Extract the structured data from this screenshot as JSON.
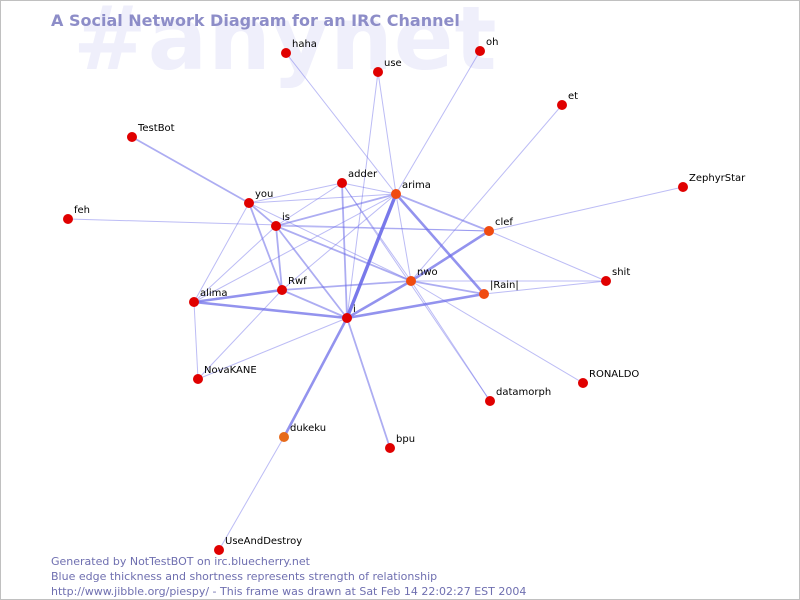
{
  "page": {
    "watermark": "#anynet",
    "title": "A Social Network Diagram for an IRC Channel"
  },
  "footer": {
    "line1": "Generated by NotTestBOT on irc.bluecherry.net",
    "line2": "Blue edge thickness and shortness represents strength of relationship",
    "line3": "http://www.jibble.org/piespy/ - This frame was drawn at Sat Feb 14 22:02:27 EST 2004"
  },
  "colors": {
    "background": "#ffffff",
    "edge": "#6a6ae8",
    "node_red": "#e00000",
    "node_orange": "#f04b10",
    "node_dark_orange": "#e66a1c"
  },
  "nodes": [
    {
      "id": "haha",
      "label": "haha",
      "color": "red"
    },
    {
      "id": "oh",
      "label": "oh",
      "color": "red"
    },
    {
      "id": "use",
      "label": "use",
      "color": "red"
    },
    {
      "id": "et",
      "label": "et",
      "color": "red"
    },
    {
      "id": "TestBot",
      "label": "TestBot",
      "color": "red"
    },
    {
      "id": "ZephyrStar",
      "label": "ZephyrStar",
      "color": "red"
    },
    {
      "id": "adder",
      "label": "adder",
      "color": "red"
    },
    {
      "id": "arima",
      "label": "arima",
      "color": "orange"
    },
    {
      "id": "you",
      "label": "you",
      "color": "red"
    },
    {
      "id": "feh",
      "label": "feh",
      "color": "red"
    },
    {
      "id": "is",
      "label": "is",
      "color": "red"
    },
    {
      "id": "clef",
      "label": "clef",
      "color": "orange"
    },
    {
      "id": "shit",
      "label": "shit",
      "color": "red"
    },
    {
      "id": "nwo",
      "label": "nwo",
      "color": "orange"
    },
    {
      "id": "Rwf",
      "label": "Rwf",
      "color": "red"
    },
    {
      "id": "Rain",
      "label": "|Rain|",
      "color": "orange"
    },
    {
      "id": "alima",
      "label": "alima",
      "color": "red"
    },
    {
      "id": "i",
      "label": "i",
      "color": "red"
    },
    {
      "id": "NovaKANE",
      "label": "NovaKANE",
      "color": "red"
    },
    {
      "id": "RONALDO",
      "label": "RONALDO",
      "color": "red"
    },
    {
      "id": "datamorph",
      "label": "datamorph",
      "color": "red"
    },
    {
      "id": "dukeku",
      "label": "dukeku",
      "color": "dark_orange"
    },
    {
      "id": "bpu",
      "label": "bpu",
      "color": "red"
    },
    {
      "id": "UseAndDestroy",
      "label": "UseAndDestroy",
      "color": "red"
    }
  ],
  "edges": [
    [
      "arima",
      "haha",
      1
    ],
    [
      "arima",
      "use",
      1
    ],
    [
      "i",
      "use",
      1
    ],
    [
      "arima",
      "oh",
      1
    ],
    [
      "nwo",
      "et",
      1
    ],
    [
      "you",
      "TestBot",
      2
    ],
    [
      "clef",
      "ZephyrStar",
      1
    ],
    [
      "feh",
      "clef",
      1
    ],
    [
      "you",
      "adder",
      1
    ],
    [
      "you",
      "arima",
      1
    ],
    [
      "you",
      "is",
      2
    ],
    [
      "you",
      "Rwf",
      2
    ],
    [
      "you",
      "alima",
      1
    ],
    [
      "you",
      "nwo",
      1
    ],
    [
      "is",
      "adder",
      1
    ],
    [
      "is",
      "arima",
      2
    ],
    [
      "is",
      "clef",
      1
    ],
    [
      "is",
      "nwo",
      2
    ],
    [
      "is",
      "Rwf",
      2
    ],
    [
      "is",
      "i",
      2
    ],
    [
      "is",
      "alima",
      1
    ],
    [
      "adder",
      "arima",
      1
    ],
    [
      "adder",
      "i",
      2
    ],
    [
      "adder",
      "nwo",
      1
    ],
    [
      "adder",
      "datamorph",
      1
    ],
    [
      "arima",
      "clef",
      2
    ],
    [
      "arima",
      "nwo",
      1
    ],
    [
      "arima",
      "Rain",
      3
    ],
    [
      "arima",
      "Rwf",
      1
    ],
    [
      "arima",
      "i",
      4
    ],
    [
      "arima",
      "alima",
      1
    ],
    [
      "clef",
      "shit",
      1
    ],
    [
      "clef",
      "nwo",
      3
    ],
    [
      "nwo",
      "Rain",
      2
    ],
    [
      "nwo",
      "shit",
      1
    ],
    [
      "nwo",
      "Rwf",
      2
    ],
    [
      "nwo",
      "i",
      3
    ],
    [
      "nwo",
      "RONALDO",
      1
    ],
    [
      "nwo",
      "datamorph",
      1
    ],
    [
      "Rain",
      "shit",
      1
    ],
    [
      "Rwf",
      "i",
      2
    ],
    [
      "Rwf",
      "alima",
      3
    ],
    [
      "Rwf",
      "NovaKANE",
      1
    ],
    [
      "alima",
      "i",
      3
    ],
    [
      "alima",
      "NovaKANE",
      1
    ],
    [
      "i",
      "Rain",
      3
    ],
    [
      "i",
      "NovaKANE",
      1
    ],
    [
      "i",
      "dukeku",
      3
    ],
    [
      "i",
      "bpu",
      2
    ],
    [
      "dukeku",
      "UseAndDestroy",
      1
    ]
  ]
}
